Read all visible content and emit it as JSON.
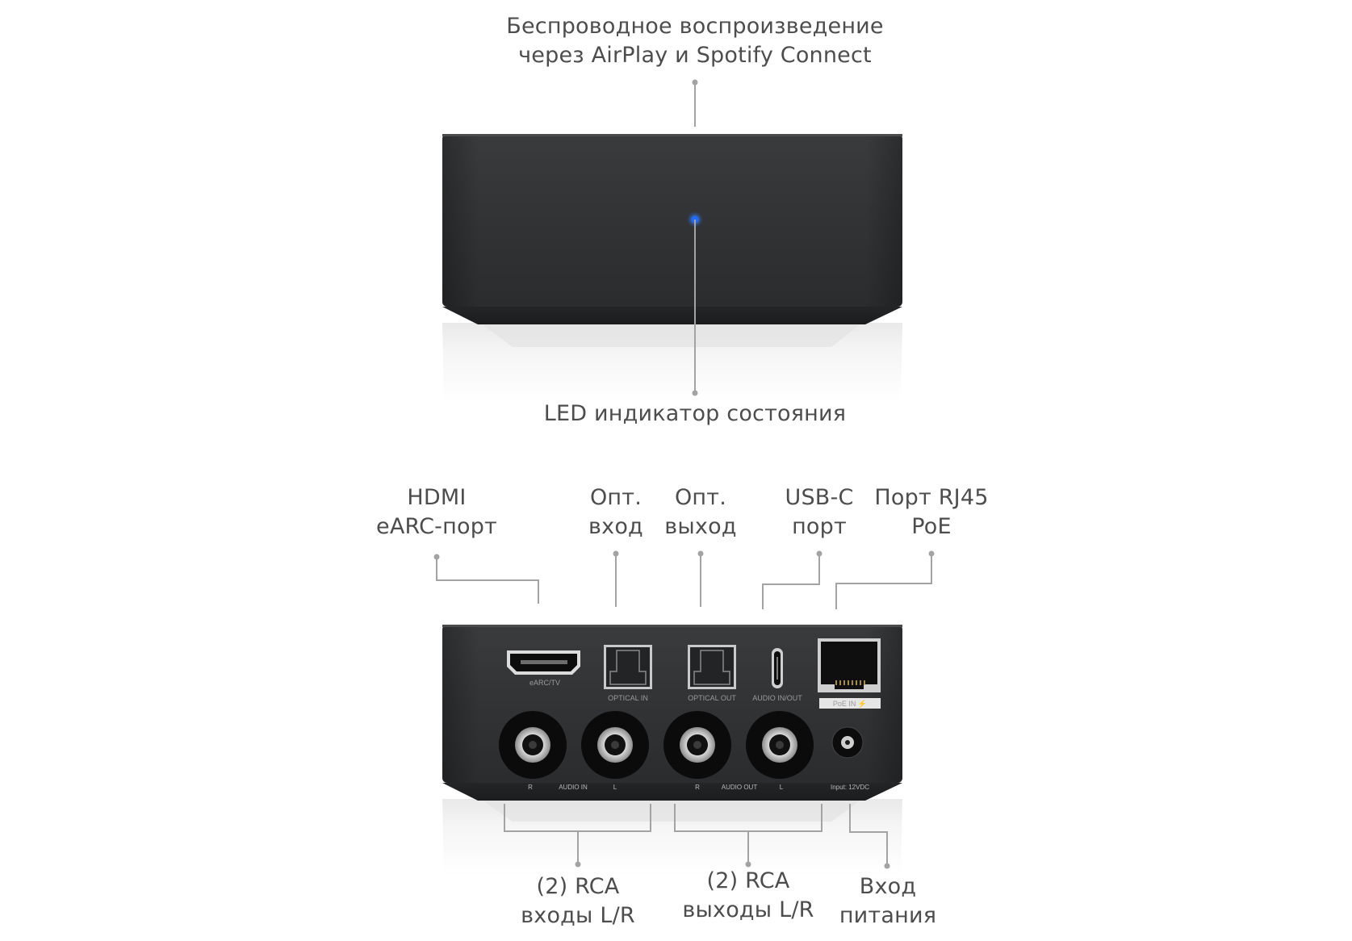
{
  "colors": {
    "device_body": "#2f3032",
    "led": "#1e6cff",
    "callout_line": "#a3a3a3",
    "label_text": "#4d4d4d"
  },
  "front_view": {
    "top_callout": {
      "line1": "Беспроводное воспроизведение",
      "line2": "через AirPlay и Spotify Connect"
    },
    "bottom_callout": "LED индикатор состояния"
  },
  "rear_view": {
    "callouts": {
      "hdmi": {
        "line1": "HDMI",
        "line2": "eARC-порт"
      },
      "opt_in": {
        "line1": "Опт.",
        "line2": "вход"
      },
      "opt_out": {
        "line1": "Опт.",
        "line2": "выход"
      },
      "usbc": {
        "line1": "USB-C",
        "line2": "порт"
      },
      "rj45": {
        "line1": "Порт RJ45",
        "line2": "PoE"
      },
      "rca_in": {
        "line1": "(2) RCA",
        "line2": "входы L/R"
      },
      "rca_out": {
        "line1": "(2) RCA",
        "line2": "выходы L/R"
      },
      "power": {
        "line1": "Вход",
        "line2": "питания"
      }
    },
    "port_labels": {
      "hdmi": "eARC/TV",
      "optical_in": "OPTICAL IN",
      "optical_out": "OPTICAL OUT",
      "usbc": "AUDIO IN/OUT",
      "poe": "PoE IN ⚡",
      "audio_in": "AUDIO IN",
      "audio_out": "AUDIO OUT",
      "r": "R",
      "l": "L",
      "power": "Input: 12VDC"
    }
  }
}
